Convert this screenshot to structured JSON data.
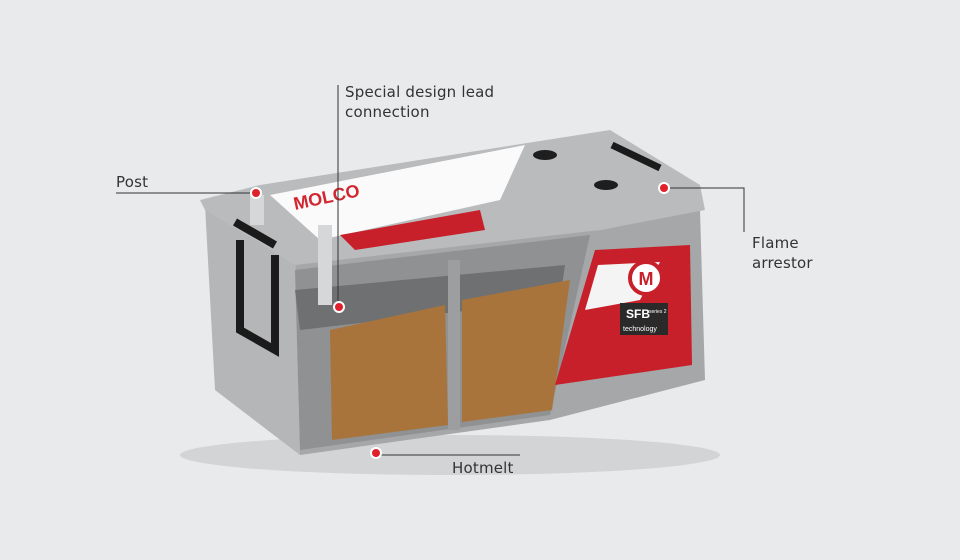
{
  "callouts": {
    "post": "Post",
    "lead_connection_line1": "Special design lead",
    "lead_connection_line2": "connection",
    "flame_arrestor_line1": "Flame",
    "flame_arrestor_line2": "arrestor",
    "hotmelt": "Hotmelt"
  },
  "product": {
    "brand_logo": "MOLCO",
    "badge_title": "SFB",
    "badge_series": "series 2",
    "badge_subtitle": "technology"
  },
  "colors": {
    "background": "#e9eaeb",
    "case": "#a9abad",
    "label_red": "#c8202a",
    "plate": "#a8743c",
    "callout_dot": "#e0202a",
    "callout_line": "#333333"
  }
}
